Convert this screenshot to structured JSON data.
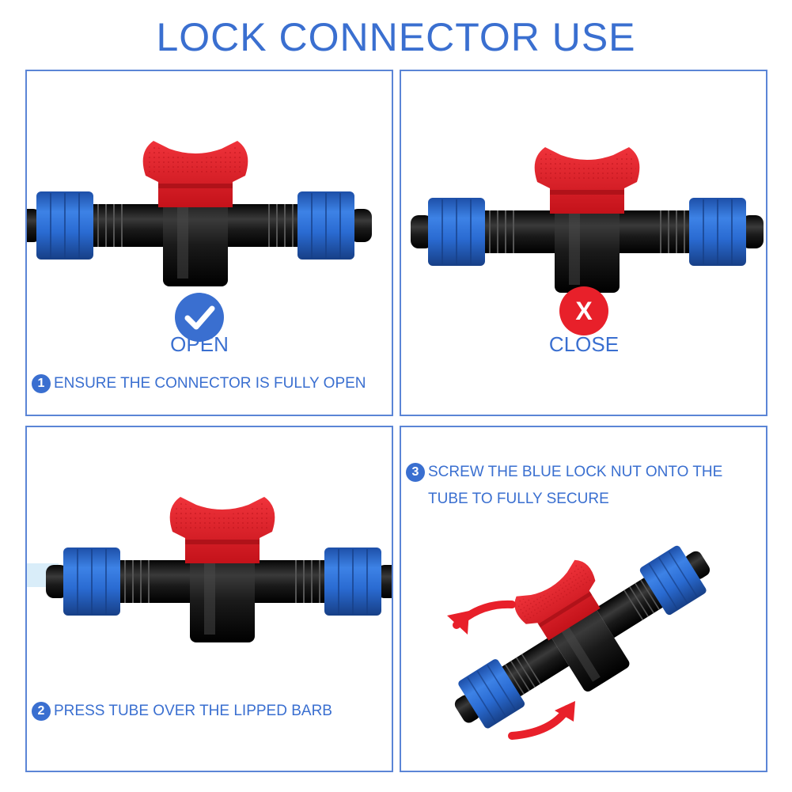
{
  "title": "LOCK CONNECTOR USE",
  "panels": [
    {
      "status": "OPEN",
      "status_icon": "check-icon",
      "step_number": "1",
      "step_text": "ENSURE THE CONNECTOR IS FULLY OPEN"
    },
    {
      "status": "CLOSE",
      "status_icon": "x-icon",
      "status_mark": "X"
    },
    {
      "step_number": "2",
      "step_text": "PRESS TUBE OVER THE LIPPED BARB"
    },
    {
      "step_number": "3",
      "step_text": "SCREW THE BLUE LOCK NUT ONTO THE\nTUBE TO FULLY SECURE"
    }
  ],
  "colors": {
    "accent": "#3a6fd0",
    "border": "#5b85d6",
    "handle_red": "#e8202a",
    "nut_blue": "#2f6fd8",
    "body_black": "#1b1b1b"
  }
}
